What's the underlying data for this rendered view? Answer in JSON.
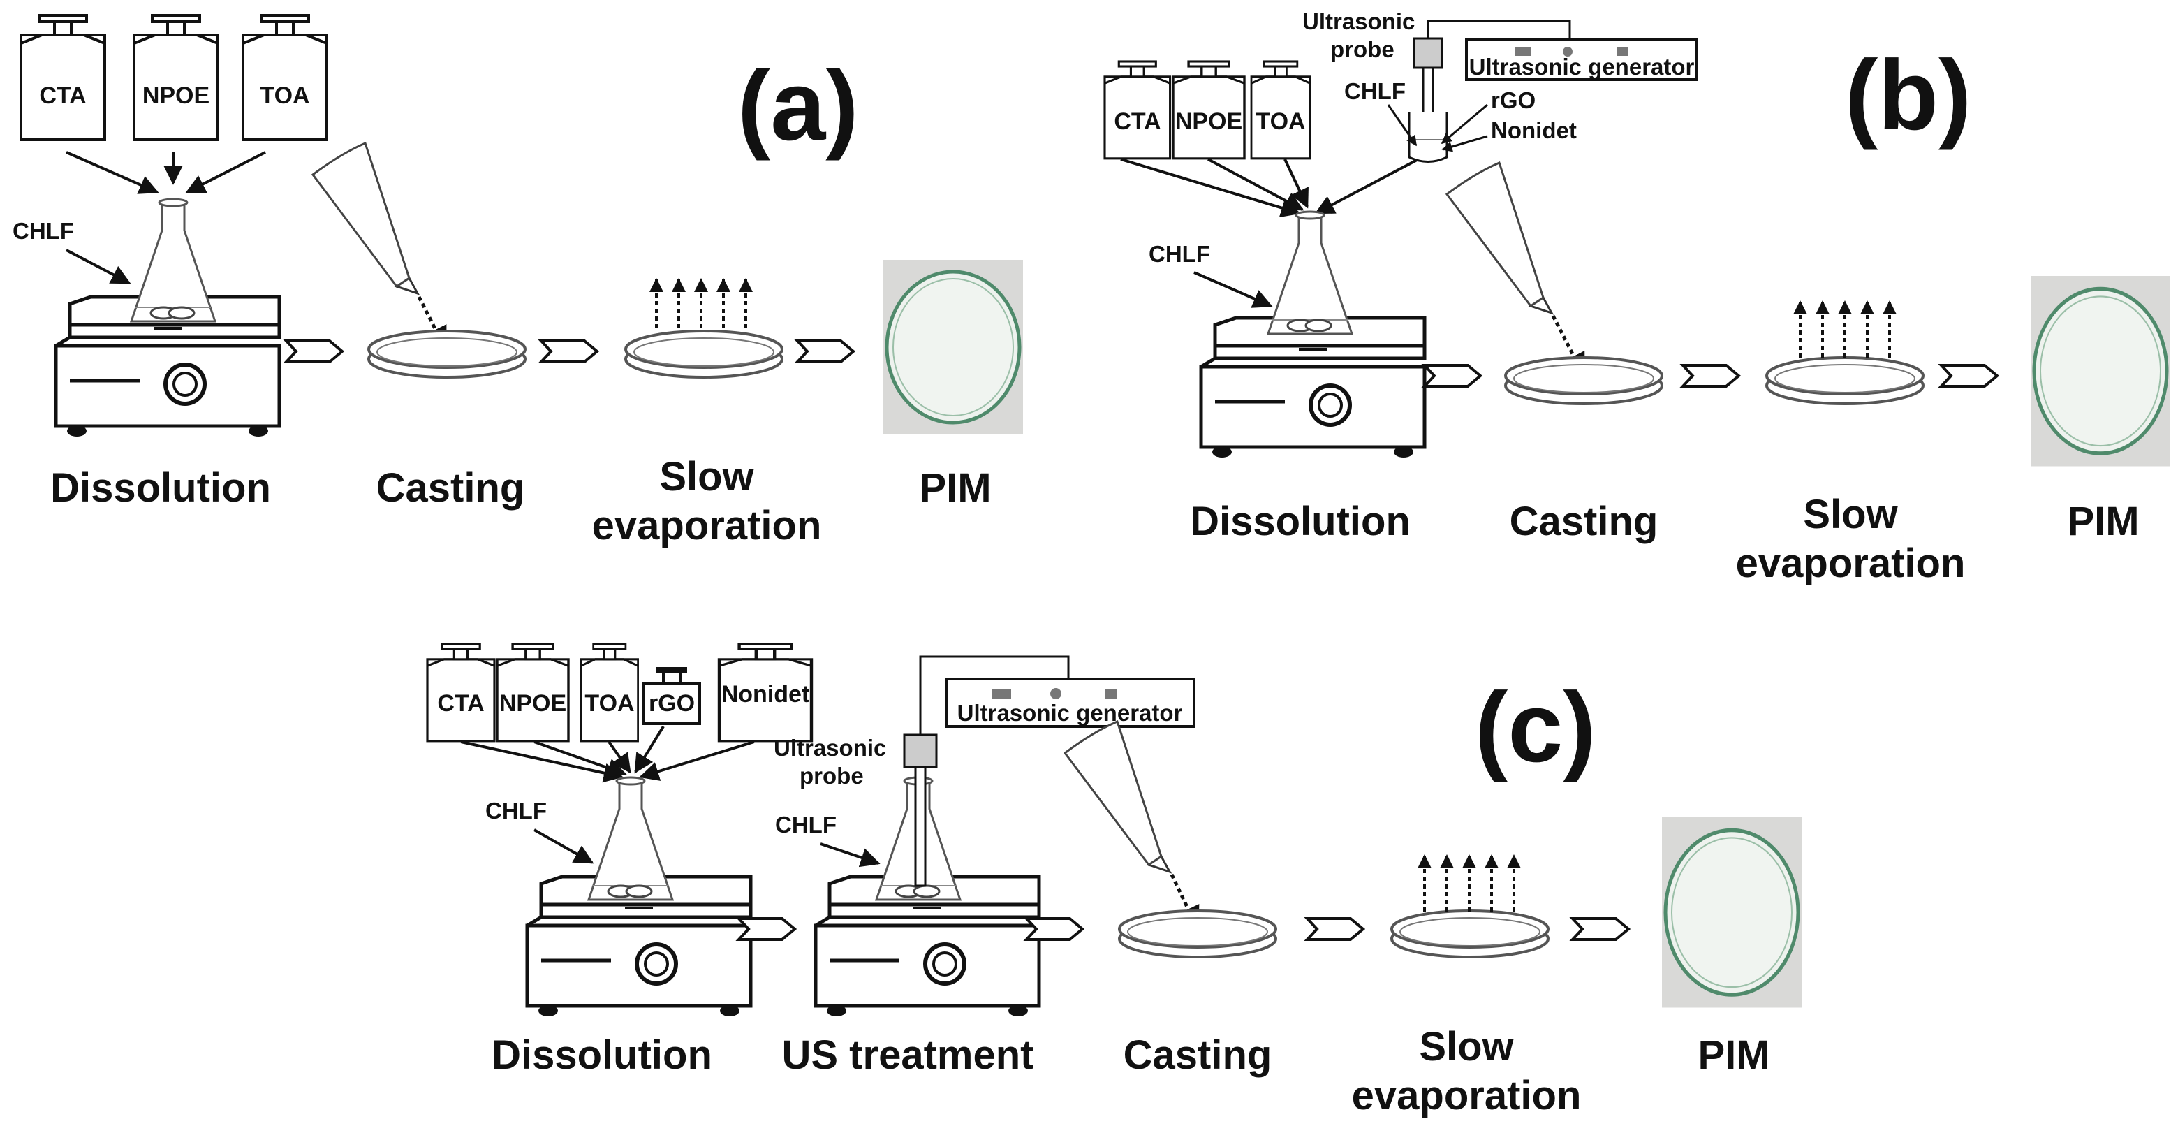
{
  "panels": [
    {
      "label": "(a)",
      "bottles": [
        "CTA",
        "NPOE",
        "TOA"
      ],
      "solvent": "CHLF",
      "steps": [
        "Dissolution",
        "Casting",
        "Slow",
        "evaporation",
        "PIM"
      ]
    },
    {
      "label": "(b)",
      "bottles": [
        "CTA",
        "NPOE",
        "TOA"
      ],
      "solvent": "CHLF",
      "us_probe": [
        "Ultrasonic",
        "probe"
      ],
      "us_generator": "Ultrasonic generator",
      "beaker_labels": [
        "CHLF",
        "rGO",
        "Nonidet"
      ],
      "steps": [
        "Dissolution",
        "Casting",
        "Slow",
        "evaporation",
        "PIM"
      ]
    },
    {
      "label": "(c)",
      "bottles": [
        "CTA",
        "NPOE",
        "TOA",
        "rGO",
        "Nonidet"
      ],
      "solvent": "CHLF",
      "solvent2": "CHLF",
      "us_probe": [
        "Ultrasonic",
        "probe"
      ],
      "us_generator": "Ultrasonic generator",
      "steps": [
        "Dissolution",
        "US treatment",
        "Casting",
        "Slow",
        "evaporation",
        "PIM"
      ]
    }
  ],
  "colors": {
    "ink": "#111111",
    "dish_gray": "#d8d8d6",
    "membrane": "#eef3ef",
    "dish_rim": "#4f8a6b"
  }
}
